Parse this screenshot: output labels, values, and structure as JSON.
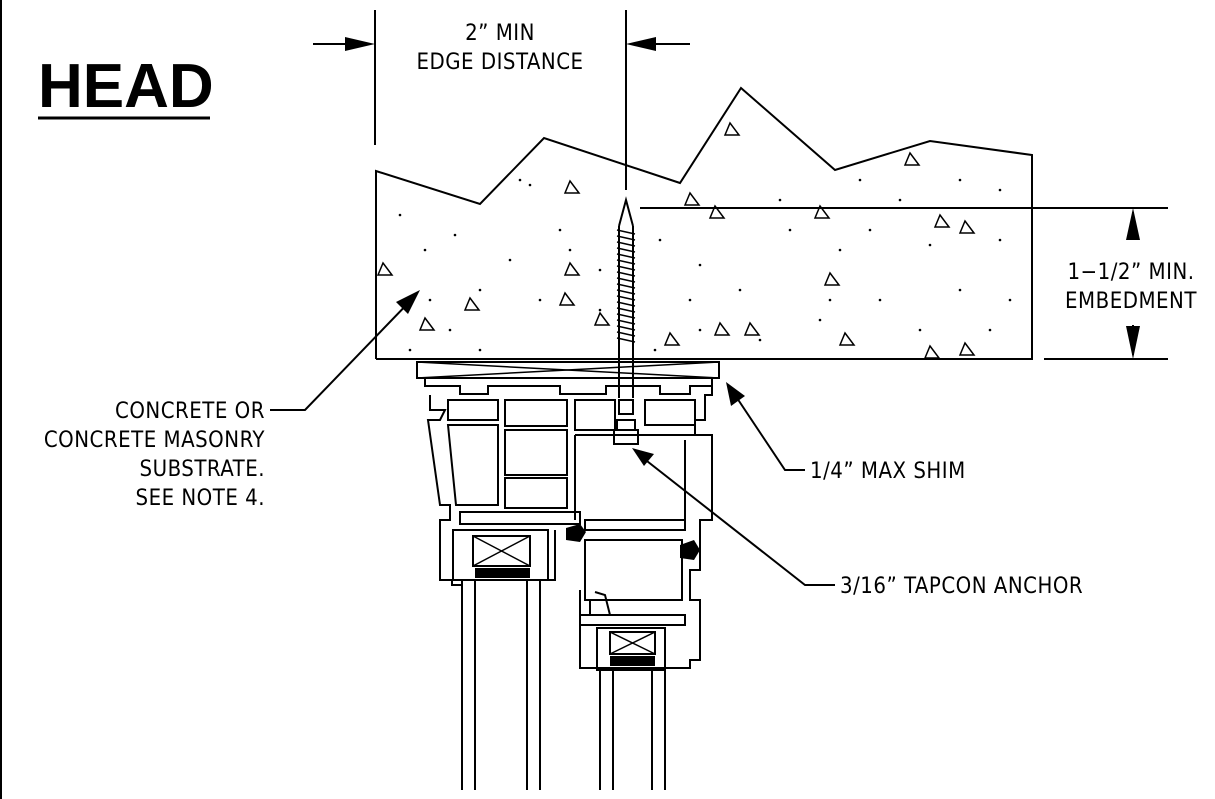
{
  "title": "HEAD",
  "labels": {
    "edge_distance_1": "2” MIN",
    "edge_distance_2": "EDGE DISTANCE",
    "embedment_1": "1−1/2” MIN.",
    "embedment_2": "EMBEDMENT",
    "substrate_1": "CONCRETE OR",
    "substrate_2": "CONCRETE MASONRY",
    "substrate_3": "SUBSTRATE.",
    "substrate_4": "SEE NOTE 4.",
    "shim": "1/4” MAX SHIM",
    "anchor": "3/16” TAPCON ANCHOR"
  }
}
